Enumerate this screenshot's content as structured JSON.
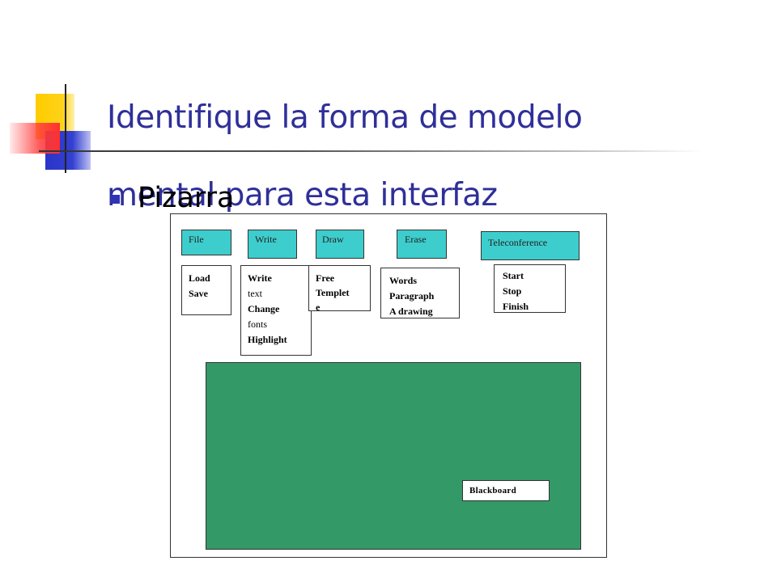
{
  "slide": {
    "title_line1": "Identifique la forma de modelo",
    "title_line2": "mental para esta interfaz",
    "bullet": "Pizarra",
    "accent_color": "#2f2f9a"
  },
  "diagram": {
    "menus": [
      {
        "label": "File",
        "items": [
          "Load",
          "Save"
        ]
      },
      {
        "label": "Write",
        "items": [
          "Write",
          "text",
          "Change",
          "fonts",
          "Highlight"
        ]
      },
      {
        "label": "Draw",
        "items": [
          "Free",
          "Templet",
          "e"
        ]
      },
      {
        "label": "Erase",
        "items": [
          "Words",
          "Paragraph",
          "A drawing"
        ]
      },
      {
        "label": "Teleconference",
        "items": [
          "Start",
          "Stop",
          "Finish"
        ]
      }
    ],
    "board_label": "Blackboard",
    "board_color": "#339966",
    "button_color": "#3ecdcd"
  }
}
